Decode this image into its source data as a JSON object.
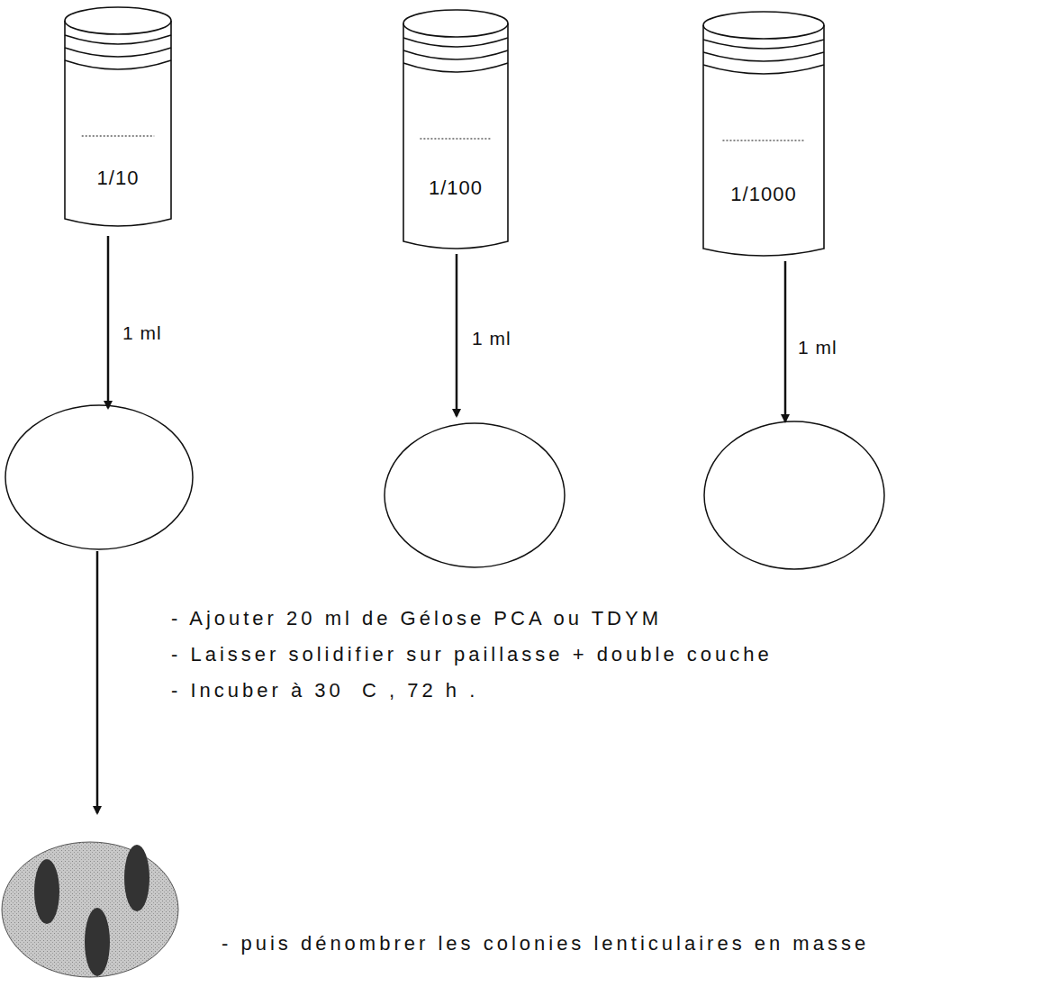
{
  "diagram": {
    "nodes": [
      {
        "text": [
          "1/10"
        ]
      },
      {
        "text": [
          "1/100"
        ]
      },
      {
        "text": [
          "1/1000"
        ]
      }
    ],
    "labels": [
      "1 ml",
      "1 ml",
      "1 ml",
      "- Ajouter 20 ml de Gélose PCA ou TDYM",
      "- Laisser solidifier sur paillasse + double couche",
      "- Incuber à 30  C , 72 h .",
      "- puis dénombrer les colonies lenticulaires en masse"
    ]
  }
}
